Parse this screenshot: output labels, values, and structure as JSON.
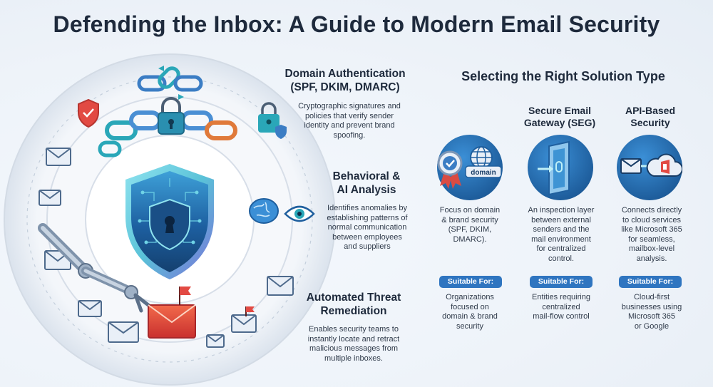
{
  "title": "Defending the Inbox: A Guide to Modern Email Security",
  "features": [
    {
      "title_line1": "Domain Authentication",
      "title_line2": "(SPF, DKIM, DMARC)",
      "desc": [
        "Cryptographic signatures and",
        "policies that verify sender",
        "identity and prevent brand",
        "spoofing."
      ]
    },
    {
      "title_line1": "Behavioral &",
      "title_line2": "AI Analysis",
      "desc": [
        "Identifies anomalies by",
        "establishing patterns of",
        "normal communication",
        "between employees",
        "and suppliers"
      ]
    },
    {
      "title_line1": "Automated Threat",
      "title_line2": "Remediation",
      "desc": [
        "Enables security teams to",
        "instantly locate and retract",
        "malicious messages from",
        "multiple inboxes."
      ]
    }
  ],
  "solutions": {
    "title": "Selecting the Right Solution Type",
    "suitable_label": "Suitable For:",
    "icon_domain_text": "domain",
    "columns": [
      {
        "title_line1": "",
        "title_line2": "",
        "desc": [
          "Focus on domain",
          "& brand security",
          "(SPF, DKIM,",
          "DMARC)."
        ],
        "fit": [
          "Organizations",
          "focused on",
          "domain & brand",
          "security"
        ]
      },
      {
        "title_line1": "Secure Email",
        "title_line2": "Gateway (SEG)",
        "desc": [
          "An inspection layer",
          "between external",
          "senders and the",
          "mail environment",
          "for centralized",
          "control."
        ],
        "fit": [
          "Entities requiring",
          "centralized",
          "mail-flow control"
        ]
      },
      {
        "title_line1": "API-Based",
        "title_line2": "Security",
        "desc": [
          "Connects directly",
          "to cloud services",
          "like Microsoft 365",
          "for seamless,",
          "mailbox-level",
          "analysis."
        ],
        "fit": [
          "Cloud-first",
          "businesses using",
          "Microsoft 365",
          "or Google"
        ]
      }
    ]
  },
  "colors": {
    "title": "#1e2a3c",
    "badge": "#2f75c0",
    "shield": "#1d6fb0",
    "accent_red": "#e24a43",
    "accent_teal": "#2aa7b8"
  }
}
